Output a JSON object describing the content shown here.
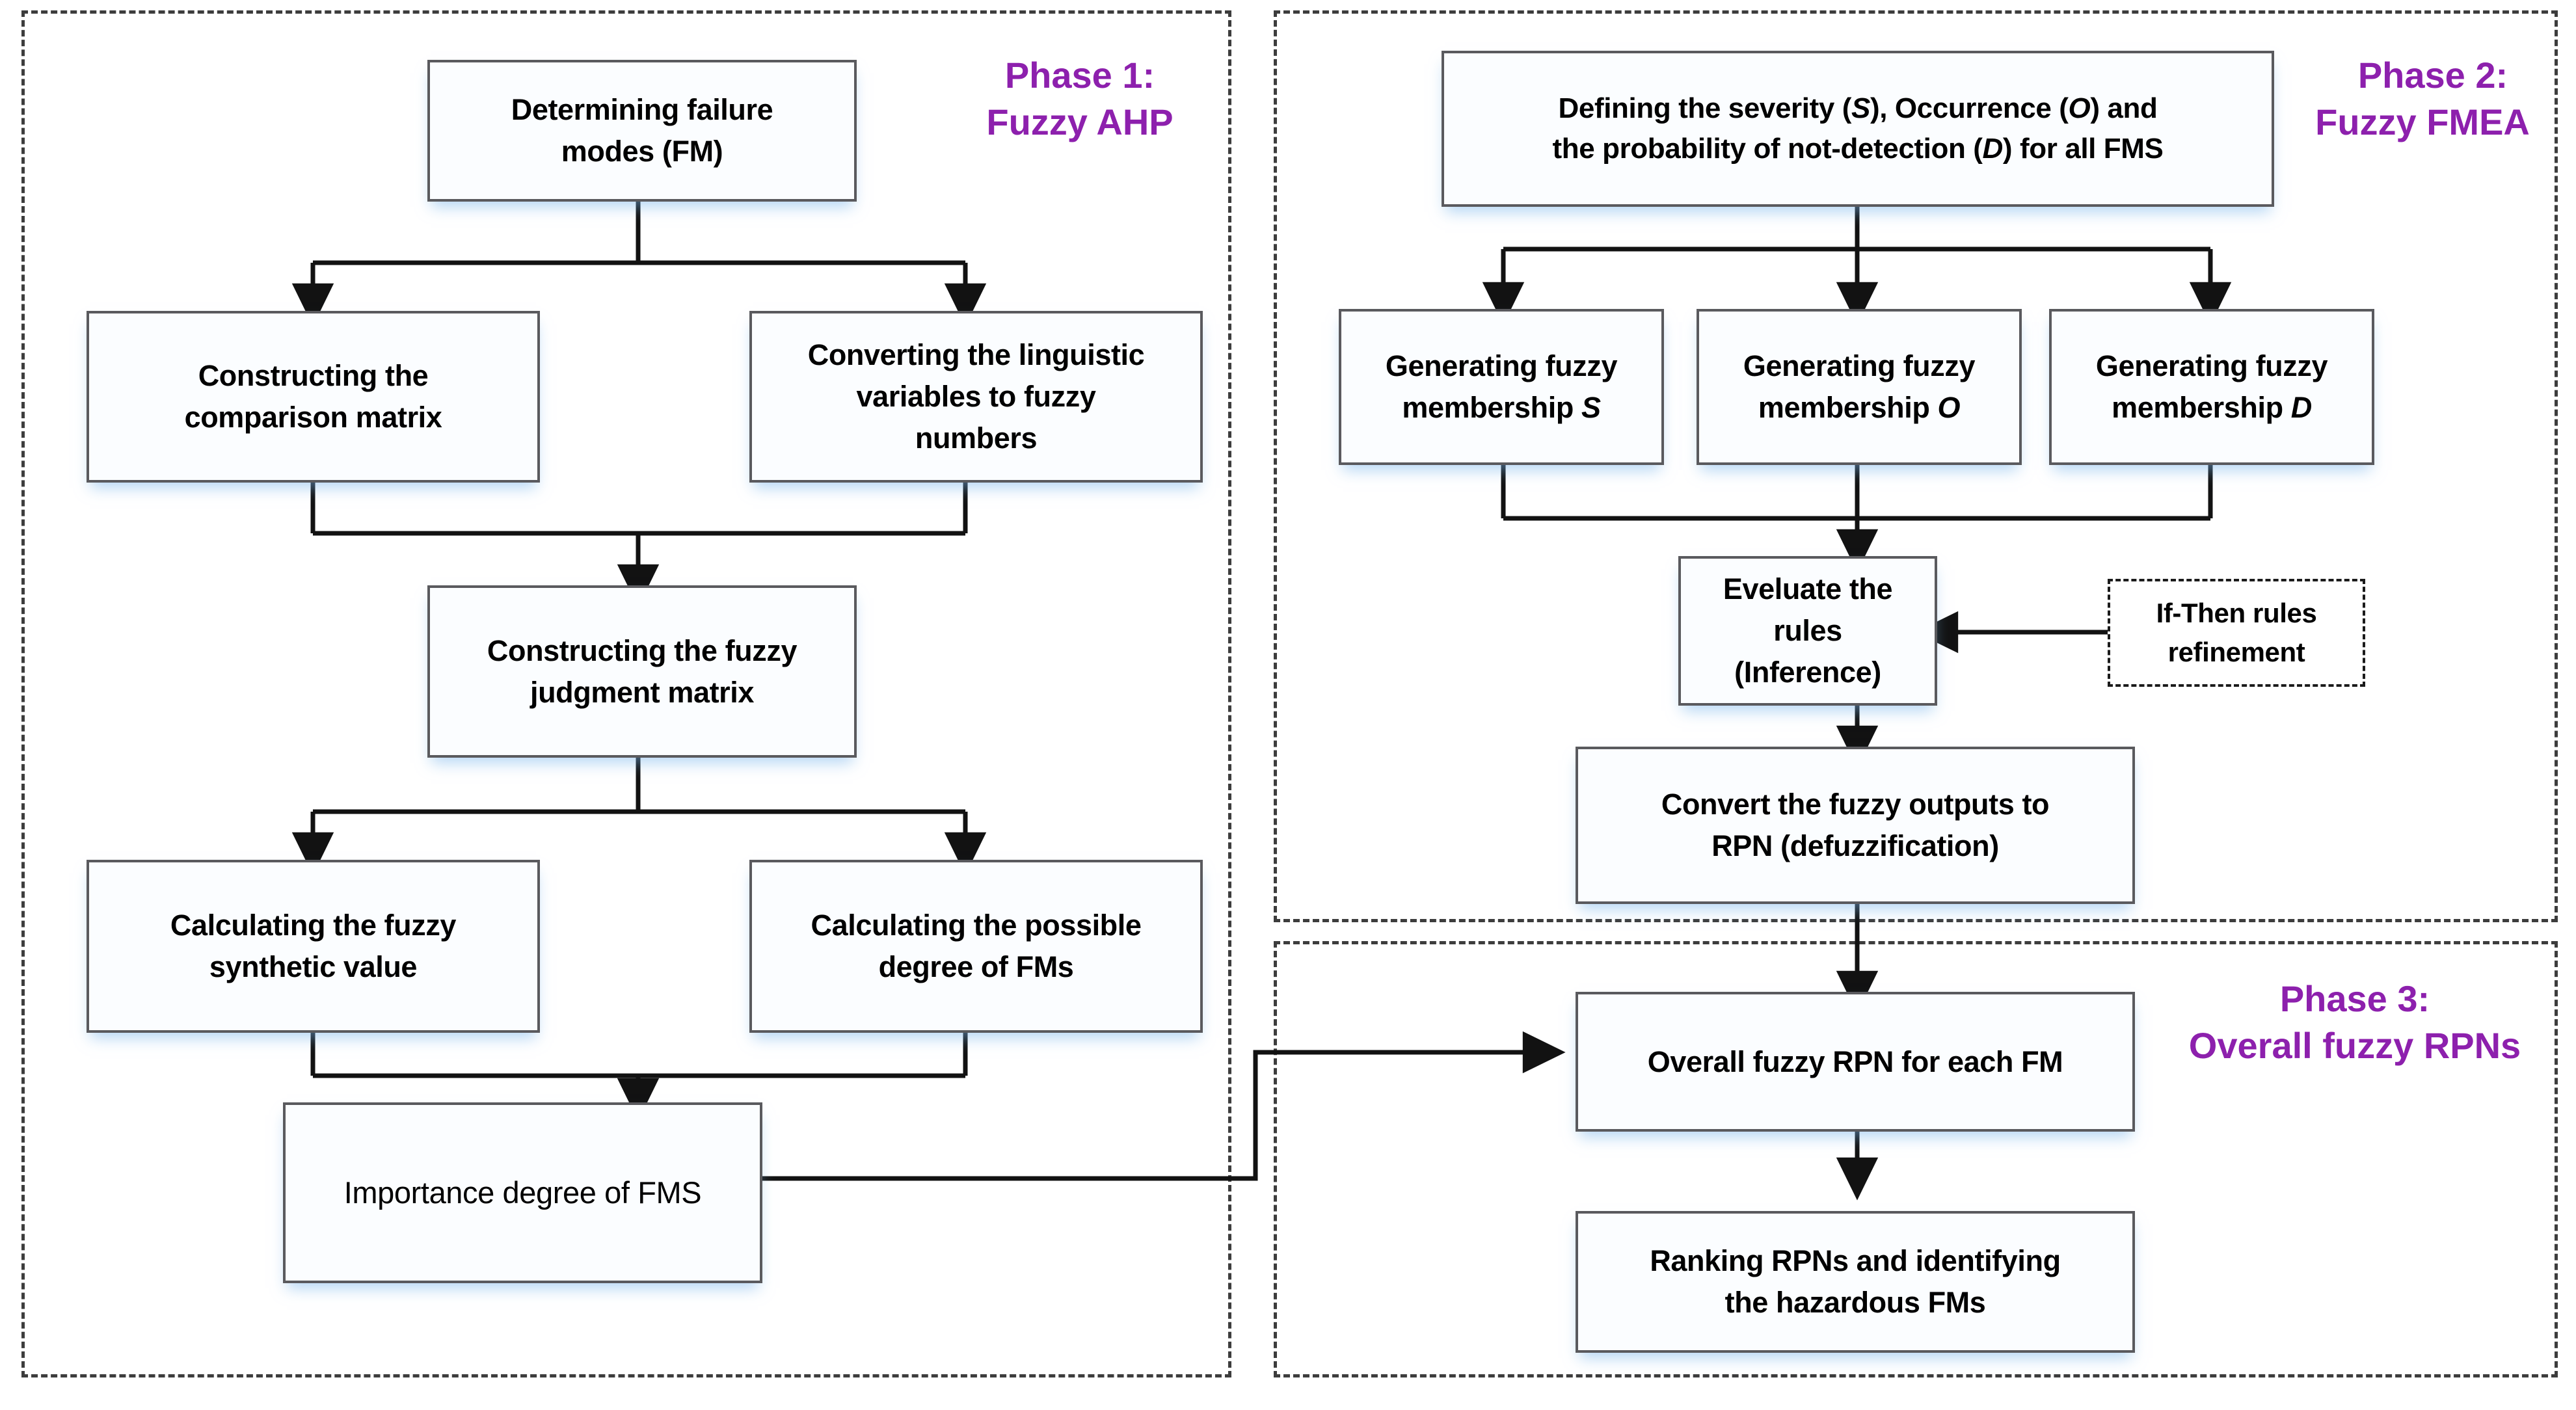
{
  "diagram": {
    "title": "Three-phase fuzzy AHP / fuzzy FMEA methodology flowchart",
    "accent_color": "#8d20ad",
    "box_border_color": "#5a5a5e",
    "box_fill_color": "#fbfdff",
    "panel_border_color": "#3d3d3d",
    "connector_color": "#121212"
  },
  "phases": [
    {
      "id": "phase-1",
      "caption_line1": "Phase 1:",
      "caption_line2": "Fuzzy AHP"
    },
    {
      "id": "phase-2",
      "caption_line1": "Phase 2:",
      "caption_line2": "Fuzzy FMEA"
    },
    {
      "id": "phase-3",
      "caption_line1": "Phase 3:",
      "caption_line2": "Overall fuzzy RPNs"
    }
  ],
  "nodes": {
    "determining_failure_modes": "Determining failure modes (FM)",
    "constructing_comparison_matrix": "Constructing the comparison matrix",
    "converting_linguistic_variables": "Converting the linguistic variables to fuzzy numbers",
    "constructing_fuzzy_judgment_matrix": "Constructing the fuzzy judgment matrix",
    "calculating_fuzzy_synthetic_value": "Calculating the fuzzy synthetic value",
    "calculating_possible_degree": "Calculating the possible degree of FMs",
    "importance_degree": "Importance degree of FMS",
    "defining_sod": "Defining the severity (S), Occurrence (O) and the probability of not-detection (D) for all FMS",
    "membership_s": "Generating fuzzy membership S",
    "membership_o": "Generating fuzzy membership O",
    "membership_d": "Generating fuzzy membership D",
    "evaluate_rules": "Eveluate the rules (Inference)",
    "if_then_rules": "If-Then rules refinement",
    "convert_to_rpn": "Convert the fuzzy outputs to RPN (defuzzification)",
    "overall_rpn": "Overall fuzzy RPN for each FM",
    "ranking_rpns": "Ranking RPNs and identifying the hazardous FMs"
  },
  "node_lines": {
    "determining_failure_modes": [
      "Determining failure",
      "modes (FM)"
    ],
    "constructing_comparison_matrix": [
      "Constructing the",
      "comparison matrix"
    ],
    "converting_linguistic_variables": [
      "Converting the linguistic",
      "variables to fuzzy",
      "numbers"
    ],
    "constructing_fuzzy_judgment_matrix": [
      "Constructing the fuzzy",
      "judgment matrix"
    ],
    "calculating_fuzzy_synthetic_value": [
      "Calculating the fuzzy",
      "synthetic value"
    ],
    "calculating_possible_degree": [
      "Calculating the possible",
      "degree of FMs"
    ],
    "importance_degree": [
      "Importance degree of FMS"
    ],
    "defining_sod": [
      "Defining the severity (S), Occurrence (O) and",
      "the probability of not-detection (D) for all FMS"
    ],
    "membership_s": [
      "Generating fuzzy",
      "membership S"
    ],
    "membership_o": [
      "Generating fuzzy",
      "membership O"
    ],
    "membership_d": [
      "Generating fuzzy",
      "membership D"
    ],
    "evaluate_rules": [
      "Eveluate the rules",
      "(Inference)"
    ],
    "if_then_rules": [
      "If-Then rules",
      "refinement"
    ],
    "convert_to_rpn": [
      "Convert the fuzzy outputs to",
      "RPN (defuzzification)"
    ],
    "overall_rpn": [
      "Overall fuzzy RPN for each FM"
    ],
    "ranking_rpns": [
      "Ranking RPNs and identifying",
      "the hazardous FMs"
    ]
  },
  "flow_edges": [
    {
      "from": "determining_failure_modes",
      "to": "constructing_comparison_matrix"
    },
    {
      "from": "determining_failure_modes",
      "to": "converting_linguistic_variables"
    },
    {
      "from": "constructing_comparison_matrix",
      "to": "constructing_fuzzy_judgment_matrix"
    },
    {
      "from": "converting_linguistic_variables",
      "to": "constructing_fuzzy_judgment_matrix"
    },
    {
      "from": "constructing_fuzzy_judgment_matrix",
      "to": "calculating_fuzzy_synthetic_value"
    },
    {
      "from": "constructing_fuzzy_judgment_matrix",
      "to": "calculating_possible_degree"
    },
    {
      "from": "calculating_fuzzy_synthetic_value",
      "to": "importance_degree"
    },
    {
      "from": "calculating_possible_degree",
      "to": "importance_degree"
    },
    {
      "from": "importance_degree",
      "to": "overall_rpn"
    },
    {
      "from": "defining_sod",
      "to": "membership_s"
    },
    {
      "from": "defining_sod",
      "to": "membership_o"
    },
    {
      "from": "defining_sod",
      "to": "membership_d"
    },
    {
      "from": "membership_s",
      "to": "evaluate_rules"
    },
    {
      "from": "membership_o",
      "to": "evaluate_rules"
    },
    {
      "from": "membership_d",
      "to": "evaluate_rules"
    },
    {
      "from": "if_then_rules",
      "to": "evaluate_rules"
    },
    {
      "from": "evaluate_rules",
      "to": "convert_to_rpn"
    },
    {
      "from": "convert_to_rpn",
      "to": "overall_rpn"
    },
    {
      "from": "overall_rpn",
      "to": "ranking_rpns"
    }
  ]
}
